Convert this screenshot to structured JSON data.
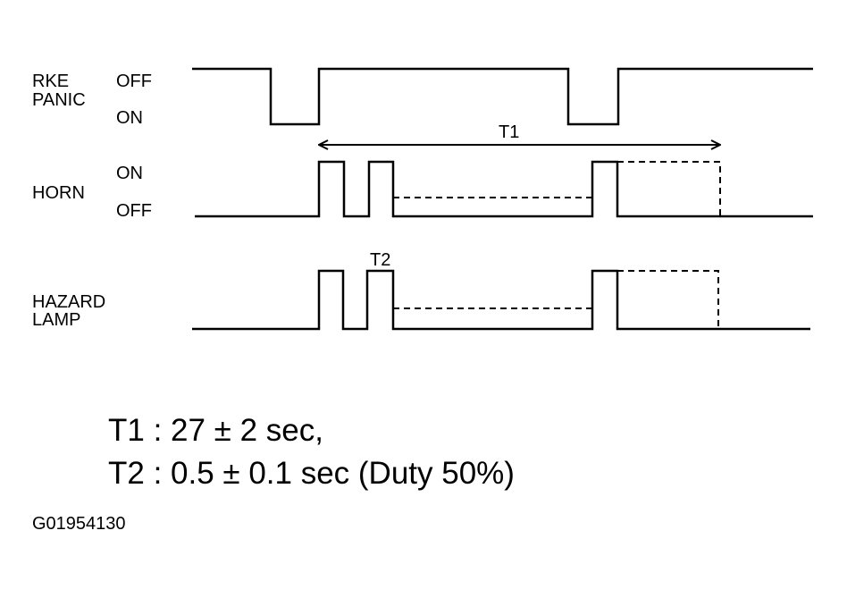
{
  "signals": {
    "rke_panic": {
      "name_line1": "RKE",
      "name_line2": "PANIC",
      "state_high": "OFF",
      "state_low": "ON"
    },
    "horn": {
      "name": "HORN",
      "state_high": "ON",
      "state_low": "OFF"
    },
    "hazard_lamp": {
      "name_line1": "HAZARD",
      "name_line2": "LAMP"
    }
  },
  "intervals": {
    "t1_label": "T1",
    "t2_label": "T2"
  },
  "notes": {
    "line1": "T1 : 27 ± 2 sec,",
    "line2": "T2 : 0.5 ± 0.1 sec (Duty 50%)"
  },
  "figure_code": "G01954130"
}
